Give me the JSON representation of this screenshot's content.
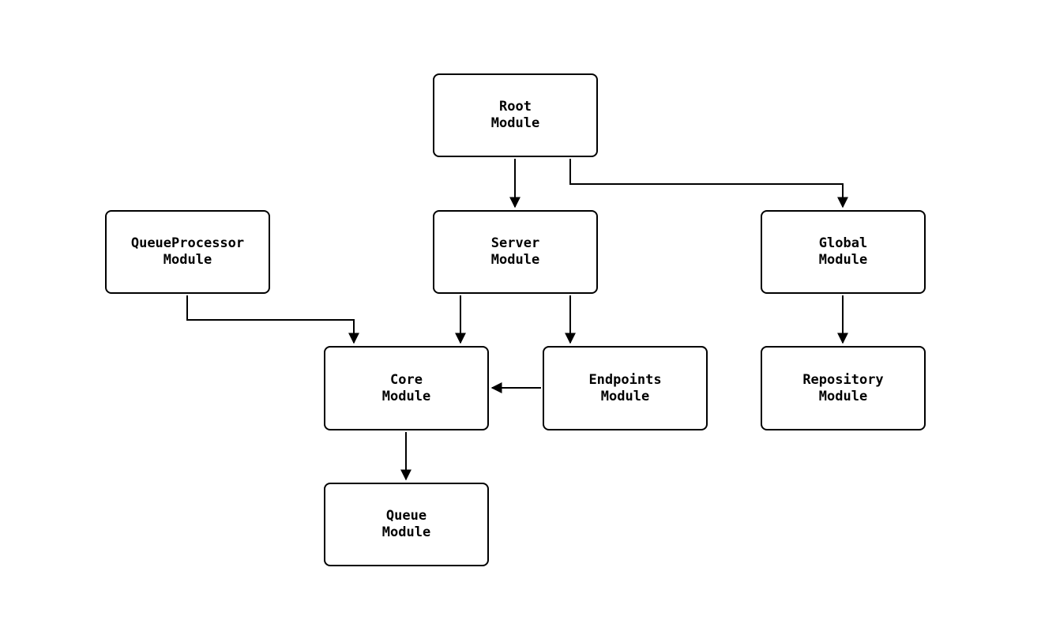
{
  "diagram": {
    "type": "flowchart",
    "description": "Module dependency diagram",
    "colors": {
      "background": "#ffffff",
      "node_fill": "#ffffff",
      "node_border": "#000000",
      "edge": "#000000",
      "text": "#000000"
    },
    "nodes": {
      "root": {
        "line1": "Root",
        "line2": "Module"
      },
      "queueprocessor": {
        "line1": "QueueProcessor",
        "line2": "Module"
      },
      "server": {
        "line1": "Server",
        "line2": "Module"
      },
      "global": {
        "line1": "Global",
        "line2": "Module"
      },
      "core": {
        "line1": "Core",
        "line2": "Module"
      },
      "endpoints": {
        "line1": "Endpoints",
        "line2": "Module"
      },
      "repository": {
        "line1": "Repository",
        "line2": "Module"
      },
      "queue": {
        "line1": "Queue",
        "line2": "Module"
      }
    },
    "edges": [
      {
        "from": "Root Module",
        "to": "Server Module"
      },
      {
        "from": "Root Module",
        "to": "Global Module"
      },
      {
        "from": "QueueProcessor Module",
        "to": "Core Module"
      },
      {
        "from": "Server Module",
        "to": "Core Module"
      },
      {
        "from": "Server Module",
        "to": "Endpoints Module"
      },
      {
        "from": "Endpoints Module",
        "to": "Core Module"
      },
      {
        "from": "Global Module",
        "to": "Repository Module"
      },
      {
        "from": "Core Module",
        "to": "Queue Module"
      }
    ]
  }
}
